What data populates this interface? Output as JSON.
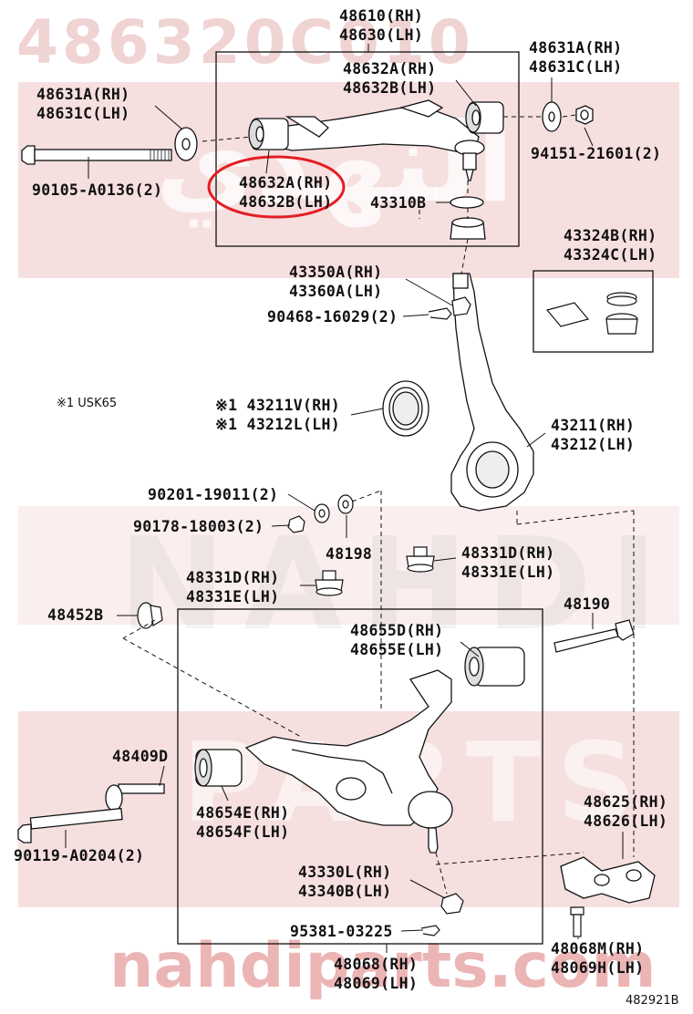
{
  "watermark": {
    "top_code": "486320C010",
    "bottom_url": "nahdiparts.com",
    "brand": "NAHDI",
    "brand2": "PARTS",
    "brand_arabic": "النهدي",
    "colors": {
      "band": "#f6dede",
      "text": "#d28282",
      "url": "#e08a8a"
    }
  },
  "note": "※1 USK65",
  "figure_code": "482921B",
  "highlight_color": "#e31e24",
  "labels": {
    "l48610": [
      "48610(RH)",
      "48630(LH)"
    ],
    "l48632a_top": [
      "48632A(RH)",
      "48632B(LH)"
    ],
    "l48631a_right": [
      "48631A(RH)",
      "48631C(LH)"
    ],
    "l48631a_left": [
      "48631A(RH)",
      "48631C(LH)"
    ],
    "l90105": [
      "90105-A0136(2)"
    ],
    "l94151": [
      "94151-21601(2)"
    ],
    "l48632a_circled": [
      "48632A(RH)",
      "48632B(LH)"
    ],
    "l43310b": [
      "43310B"
    ],
    "l43324b": [
      "43324B(RH)",
      "43324C(LH)"
    ],
    "l43350a": [
      "43350A(RH)",
      "43360A(LH)"
    ],
    "l90468": [
      "90468-16029(2)"
    ],
    "l43211v": [
      "※1 43211V(RH)",
      "※1 43212L(LH)"
    ],
    "l43211": [
      "43211(RH)",
      "43212(LH)"
    ],
    "l90201": [
      "90201-19011(2)"
    ],
    "l90178": [
      "90178-18003(2)"
    ],
    "l48198": [
      "48198"
    ],
    "l48331d_right": [
      "48331D(RH)",
      "48331E(LH)"
    ],
    "l48331d_left": [
      "48331D(RH)",
      "48331E(LH)"
    ],
    "l48452b": [
      "48452B"
    ],
    "l48190": [
      "48190"
    ],
    "l48655d": [
      "48655D(RH)",
      "48655E(LH)"
    ],
    "l48409d": [
      "48409D"
    ],
    "l48654e": [
      "48654E(RH)",
      "48654F(LH)"
    ],
    "l90119": [
      "90119-A0204(2)"
    ],
    "l48625": [
      "48625(RH)",
      "48626(LH)"
    ],
    "l43330l": [
      "43330L(RH)",
      "43340B(LH)"
    ],
    "l95381": [
      "95381-03225"
    ],
    "l48068m": [
      "48068M(RH)",
      "48069H(LH)"
    ],
    "l48068": [
      "48068(RH)",
      "48069(LH)"
    ]
  }
}
